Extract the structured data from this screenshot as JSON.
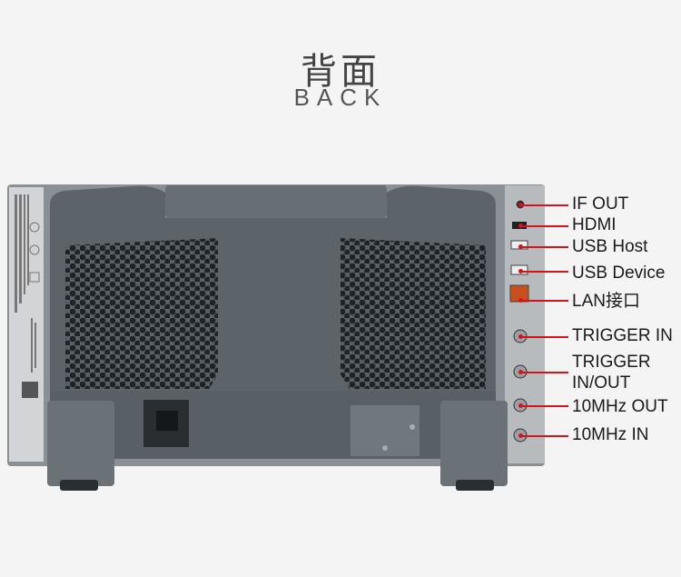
{
  "header": {
    "title_cn": "背面",
    "title_en": "BACK"
  },
  "callouts": [
    {
      "id": "if-out",
      "lines": [
        "IF OUT"
      ]
    },
    {
      "id": "hdmi",
      "lines": [
        "HDMI"
      ]
    },
    {
      "id": "usb-host",
      "lines": [
        "USB Host"
      ]
    },
    {
      "id": "usb-device",
      "lines": [
        "USB Device"
      ]
    },
    {
      "id": "lan",
      "lines": [
        "LAN接口"
      ]
    },
    {
      "id": "trigger-in",
      "lines": [
        "TRIGGER IN"
      ]
    },
    {
      "id": "trigger-inout",
      "lines": [
        "TRIGGER",
        "IN/OUT"
      ]
    },
    {
      "id": "ref-out",
      "lines": [
        "10MHz OUT"
      ]
    },
    {
      "id": "ref-in",
      "lines": [
        "10MHz IN"
      ]
    }
  ],
  "colors": {
    "background": "#f4f4f5",
    "housing": "#5c646a",
    "callout": "#d8121a"
  }
}
